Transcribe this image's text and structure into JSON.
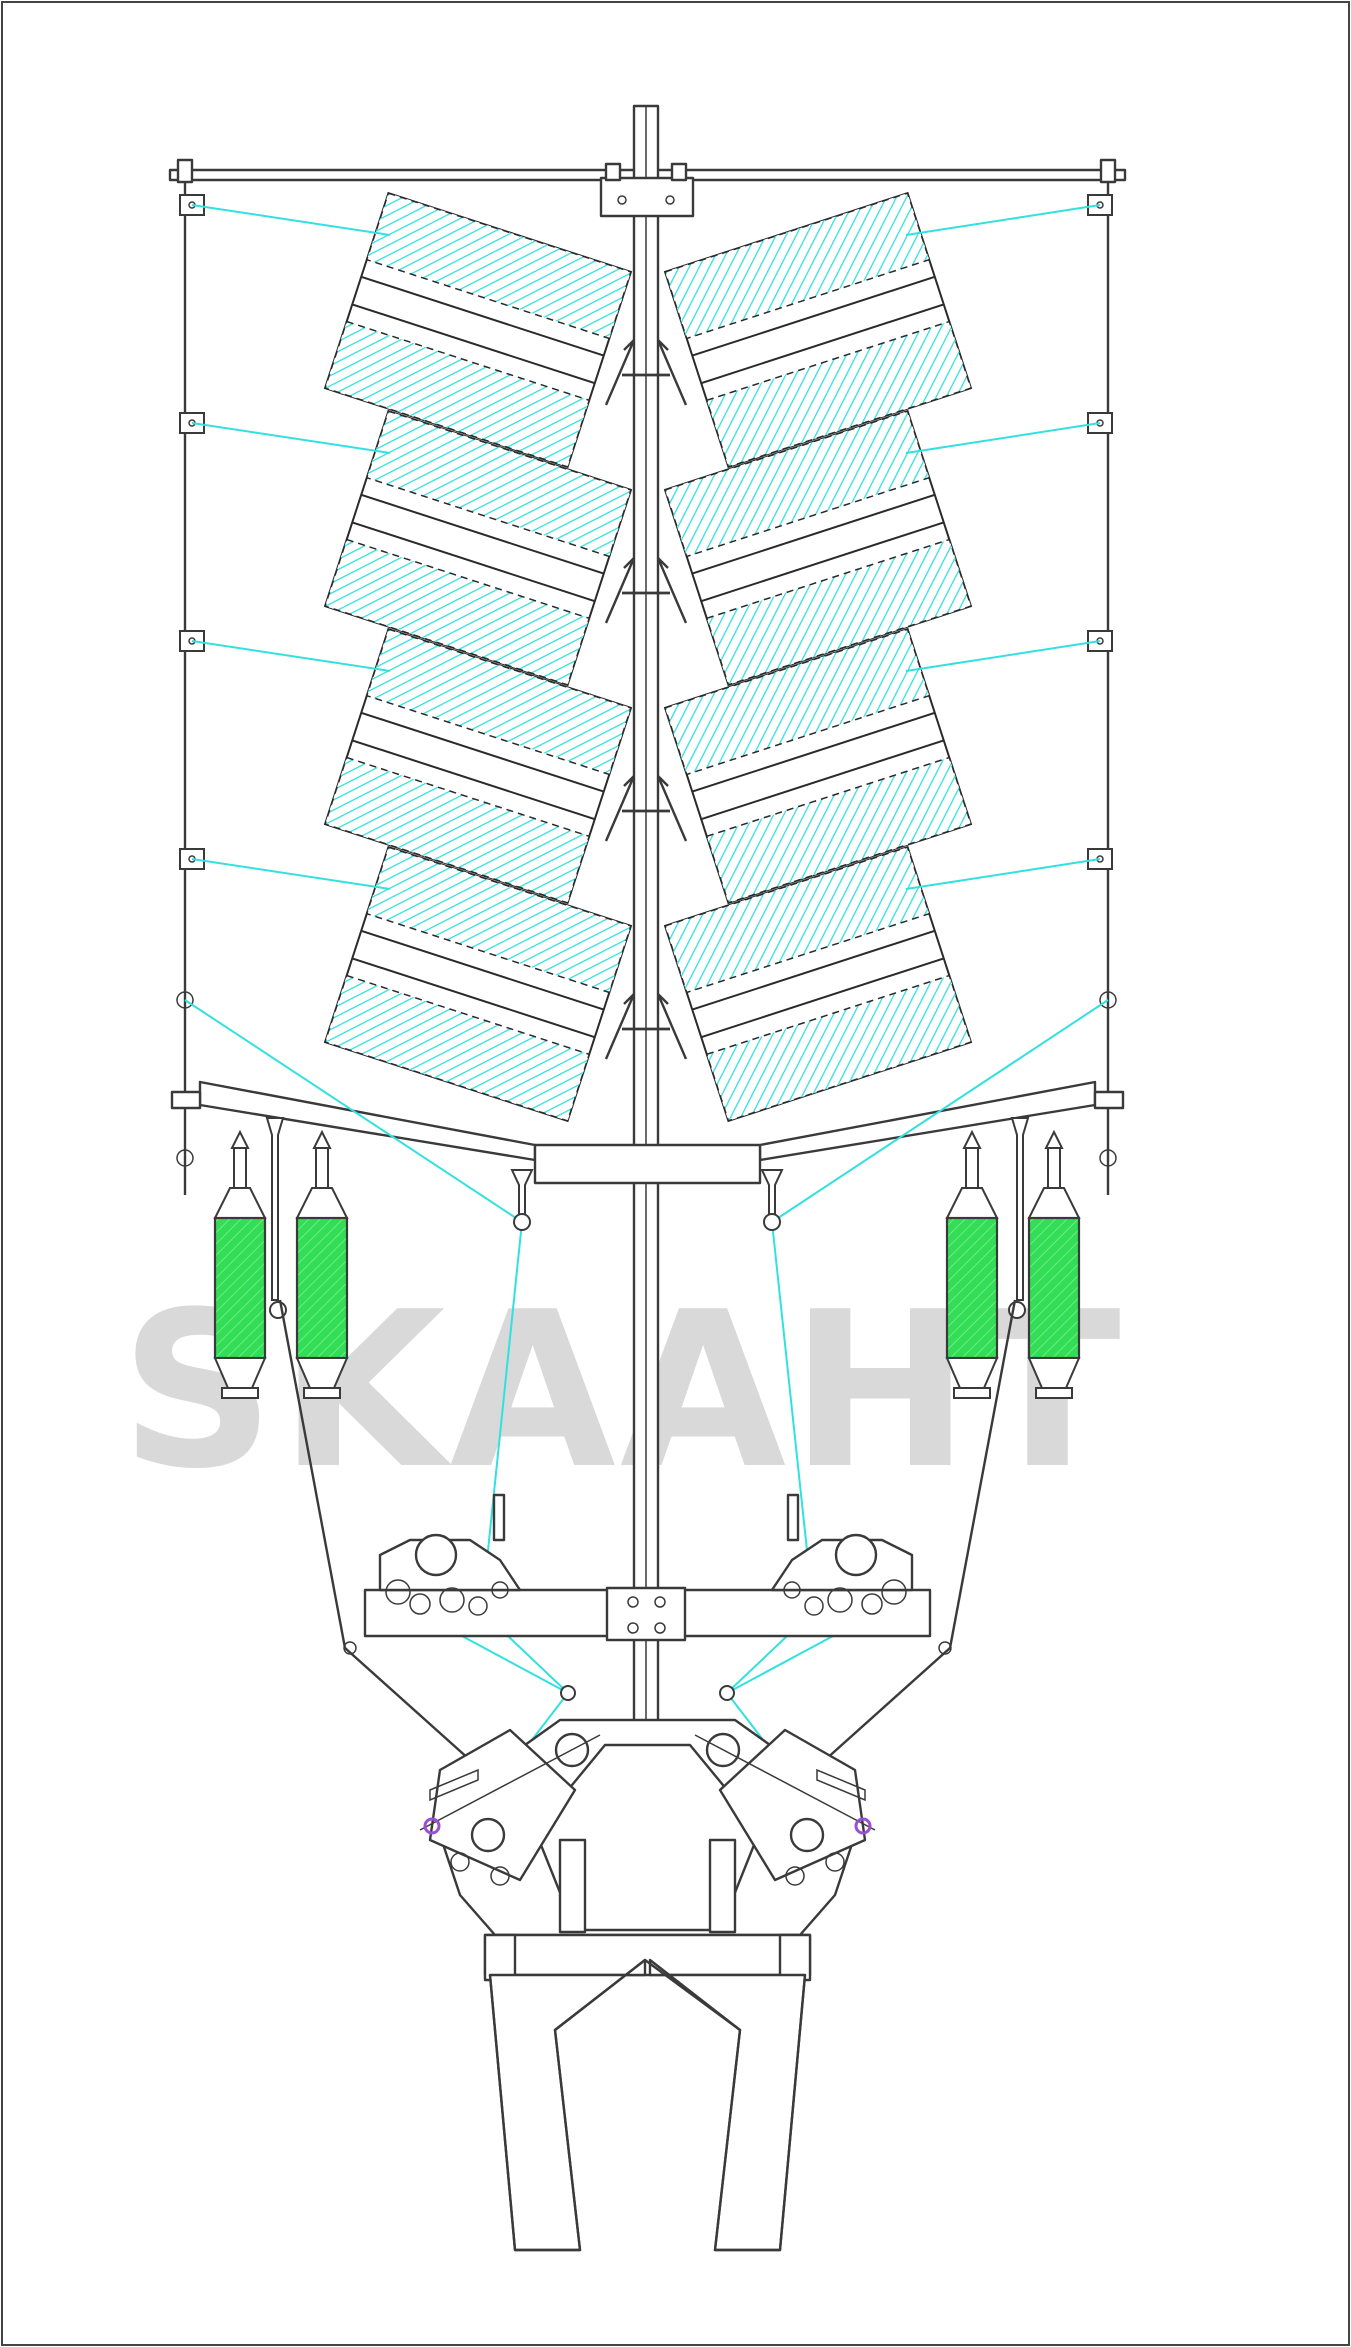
{
  "watermark": {
    "text": "SKAAHT"
  },
  "colors": {
    "yarn": "#33e0e0",
    "package_hatch": "#33e0e0",
    "roving_can": "#33dd55",
    "line": "#3a3a3a",
    "watermark": "#d9d9d9"
  },
  "creel": {
    "package_tiers": 4,
    "packages_per_side_per_tier": 1
  },
  "roving_cans": {
    "count": 4
  }
}
